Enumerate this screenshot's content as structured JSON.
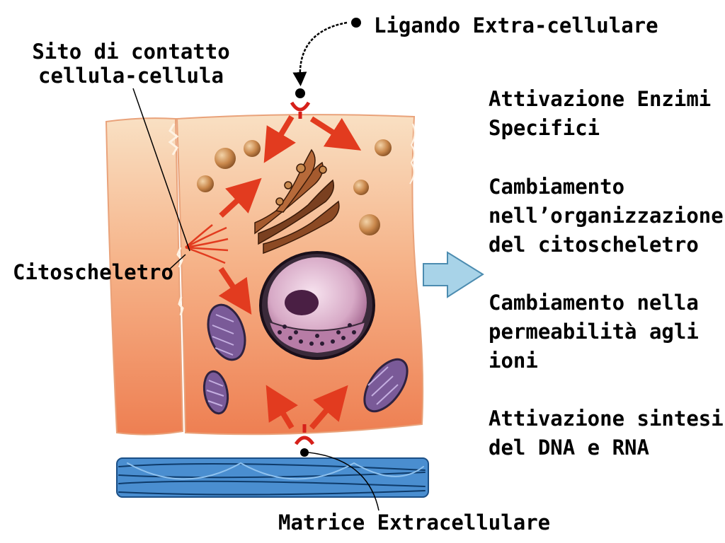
{
  "labels": {
    "ligand": "Ligando Extra-cellulare",
    "contact_site": [
      "Sito di contatto",
      "cellula-cellula"
    ],
    "cytoskeleton": "Citoscheletro",
    "matrix": "Matrice Extracellulare"
  },
  "responses": [
    [
      "Attivazione Enzimi",
      "Specifici"
    ],
    [
      "Cambiamento",
      "nell’organizzazione",
      "del citoscheletro"
    ],
    [
      "Cambiamento nella",
      "permeabilità agli",
      "ioni"
    ],
    [
      "Attivazione sintesi",
      "del DNA e RNA"
    ]
  ],
  "colors": {
    "cell_light": "#f8d9b6",
    "cell_dark": "#f08a5a",
    "arrow_red": "#e23b1f",
    "matrix_blue": "#3f86c9",
    "output_arrow": "#a8d3e8",
    "vesicle": "#c98a4e",
    "nucleus": "#2b1b33",
    "nucleolus": "#4a1f44"
  }
}
